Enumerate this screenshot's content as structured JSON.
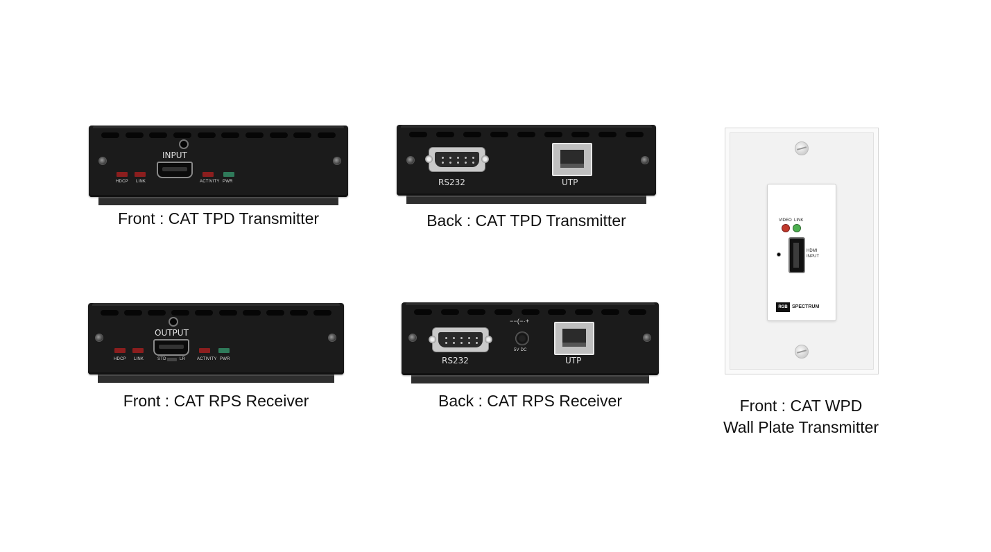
{
  "devices": {
    "tpd_front": {
      "caption": "Front : CAT TPD Transmitter",
      "port_label": "INPUT",
      "leds": [
        "HDCP",
        "LINK",
        "ACTIVITY",
        "PWR"
      ]
    },
    "tpd_back": {
      "caption": "Back : CAT TPD Transmitter",
      "ports": [
        "RS232",
        "UTP"
      ]
    },
    "rps_front": {
      "caption": "Front : CAT RPS Receiver",
      "port_label": "OUTPUT",
      "leds": [
        "HDCP",
        "LINK",
        "ACTIVITY",
        "PWR"
      ],
      "switch_labels": [
        "STD",
        "LR"
      ]
    },
    "rps_back": {
      "caption": "Back : CAT RPS Receiver",
      "ports": [
        "RS232",
        "5V DC",
        "UTP"
      ]
    },
    "wpd_front": {
      "caption_line1": "Front : CAT WPD",
      "caption_line2": "Wall Plate Transmitter",
      "leds": [
        "VIDEO",
        "LINK"
      ],
      "port_label_line1": "HDMI",
      "port_label_line2": "INPUT",
      "brand_mark": "RGB",
      "brand_name": "SPECTRUM"
    }
  },
  "colors": {
    "background": "#ffffff",
    "chassis": "#1b1b1b",
    "led_red": "#8b1e1e",
    "led_green": "#2f7a5a",
    "caption_text": "#111111"
  }
}
